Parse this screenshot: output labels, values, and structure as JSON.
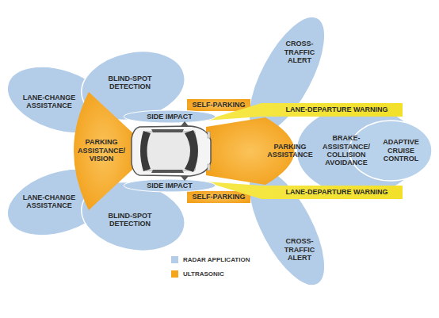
{
  "diagram": {
    "nodes": [
      {
        "text": [
          "LANE-CHANGE ASSISTANCE"
        ]
      },
      {
        "text": [
          "BLIND-SPOT DETECTION"
        ]
      },
      {
        "text": [
          "CROSS-TRAFFIC ALERT"
        ]
      },
      {
        "text": [
          "SELF-PARKING"
        ]
      },
      {
        "text": [
          "SIDE IMPACT"
        ]
      },
      {
        "text": [
          "LANE-DEPARTURE WARNING"
        ]
      },
      {
        "text": [
          "PARKING ASSISTANCE/ VISION"
        ]
      },
      {
        "text": [
          "PARKING ASSISTANCE"
        ]
      },
      {
        "text": [
          "BRAKE-ASSISTANCE/ COLLISION AVOIDANCE"
        ]
      },
      {
        "text": [
          "ADAPTIVE CRUISE CONTROL"
        ]
      },
      {
        "text": [
          "SIDE IMPACT"
        ]
      },
      {
        "text": [
          "SELF-PARKING"
        ]
      },
      {
        "text": [
          "LANE-DEPARTURE WARNING"
        ]
      },
      {
        "text": [
          "LANE-CHANGE ASSISTANCE"
        ]
      },
      {
        "text": [
          "BLIND-SPOT DETECTION"
        ]
      },
      {
        "text": [
          "CROSS-TRAFFIC ALERT"
        ]
      }
    ],
    "legend": [
      {
        "text": "RADAR APPLICATION",
        "color": "#b3cde9"
      },
      {
        "text": "ULTRASONIC",
        "color": "#f4a51c"
      }
    ]
  }
}
